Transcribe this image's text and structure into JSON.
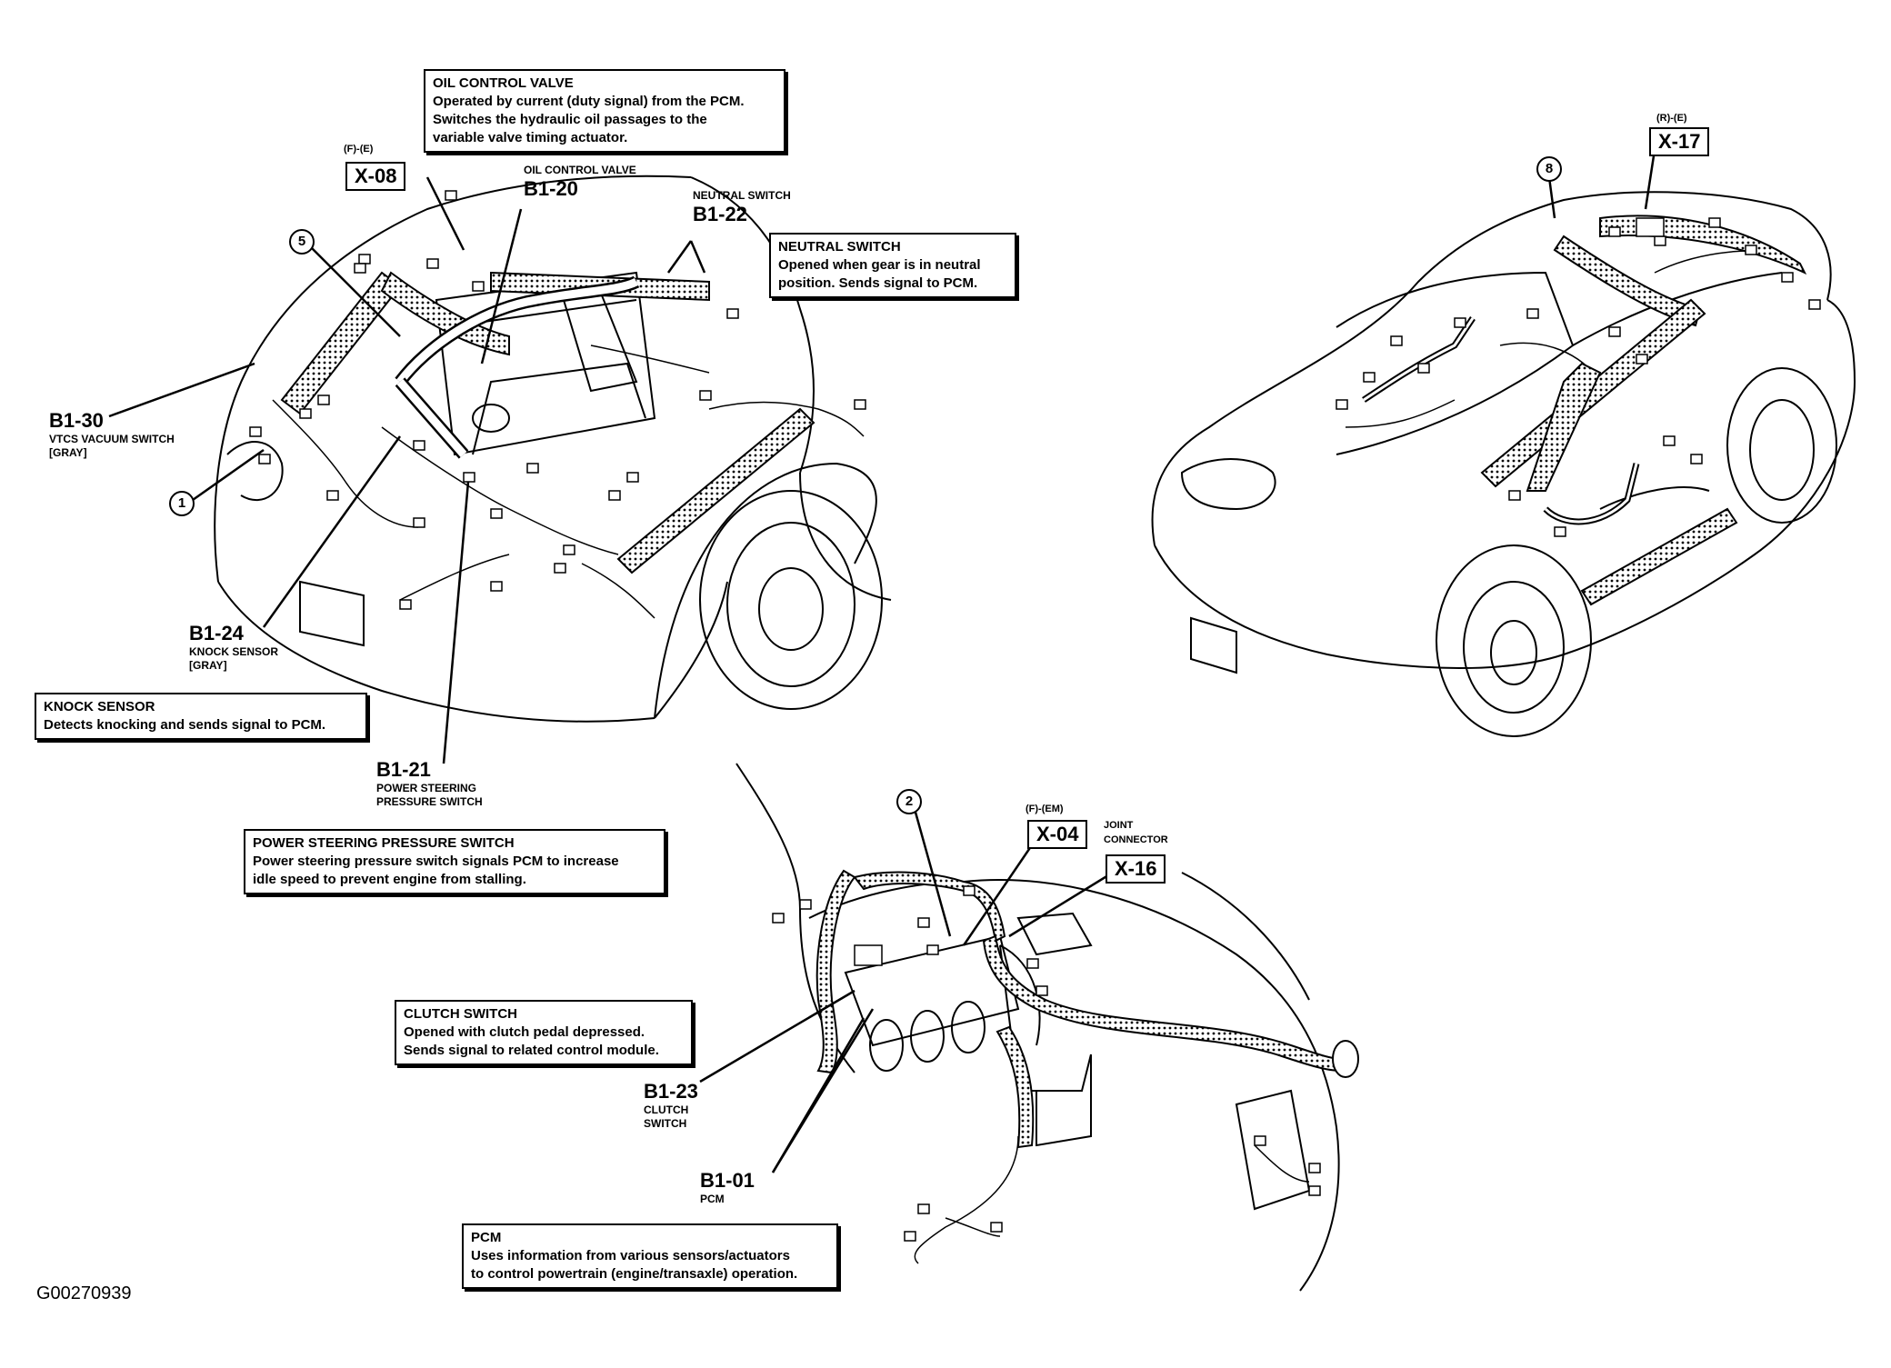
{
  "callouts": {
    "oil_control_valve": {
      "title": "OIL CONTROL VALVE",
      "lines": [
        "Operated by current (duty signal) from the PCM.",
        "Switches the hydraulic oil passages to the",
        "variable valve timing actuator."
      ]
    },
    "neutral_switch": {
      "title": "NEUTRAL SWITCH",
      "lines": [
        "Opened when gear is in neutral",
        "position. Sends signal to PCM."
      ]
    },
    "knock_sensor": {
      "title": "KNOCK SENSOR",
      "lines": [
        "Detects knocking and sends signal to PCM."
      ]
    },
    "power_steering": {
      "title": "POWER STEERING PRESSURE SWITCH",
      "lines": [
        "Power steering pressure switch signals PCM to increase",
        "idle speed to prevent engine from stalling."
      ]
    },
    "clutch_switch": {
      "title": "CLUTCH SWITCH",
      "lines": [
        "Opened with clutch pedal depressed.",
        "Sends signal to related control module."
      ]
    },
    "pcm": {
      "title": "PCM",
      "lines": [
        "Uses information from various sensors/actuators",
        "to control powertrain (engine/transaxle) operation."
      ]
    }
  },
  "components": {
    "b1_30": {
      "code": "B1-30",
      "name": "VTCS VACUUM SWITCH",
      "note": "[GRAY]"
    },
    "b1_24": {
      "code": "B1-24",
      "name": "KNOCK SENSOR",
      "note": "[GRAY]"
    },
    "b1_21": {
      "code": "B1-21",
      "name1": "POWER STEERING",
      "name2": "PRESSURE SWITCH"
    },
    "b1_20": {
      "code": "B1-20",
      "name": "OIL CONTROL VALVE"
    },
    "b1_22": {
      "code": "B1-22",
      "name": "NEUTRAL SWITCH"
    },
    "b1_23": {
      "code": "B1-23",
      "name1": "CLUTCH",
      "name2": "SWITCH"
    },
    "b1_01": {
      "code": "B1-01",
      "name": "PCM"
    }
  },
  "connectors": {
    "x08": {
      "code": "X-08",
      "harness": "(F)-(E)"
    },
    "x17": {
      "code": "X-17",
      "harness": "(R)-(E)"
    },
    "x04": {
      "code": "X-04",
      "harness": "(F)-(EM)"
    },
    "x16": {
      "code": "X-16",
      "label1": "JOINT",
      "label2": "CONNECTOR"
    }
  },
  "markers": [
    "1",
    "2",
    "5",
    "8"
  ],
  "figure_id": "G00270939"
}
